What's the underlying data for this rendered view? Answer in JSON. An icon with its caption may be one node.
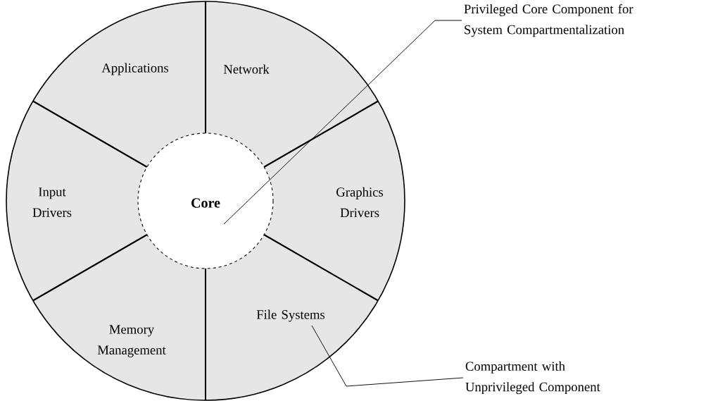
{
  "diagram": {
    "nodes": [
      {
        "text": [
          "Applications"
        ]
      },
      {
        "text": [
          "Network"
        ]
      },
      {
        "text": [
          "Input Drivers"
        ]
      },
      {
        "text": [
          "Core"
        ]
      },
      {
        "text": [
          "Graphics Drivers"
        ]
      },
      {
        "text": [
          "Memory Management"
        ]
      },
      {
        "text": [
          "File Systems"
        ]
      },
      {
        "text": [
          "Privileged Core Component for System Compartmentalization"
        ]
      },
      {
        "text": [
          "Compartment with Unprivileged Component"
        ]
      }
    ],
    "edges": [
      {
        "from": 7,
        "to": 3,
        "arrow": "none"
      },
      {
        "from": 8,
        "to": 6,
        "arrow": "none"
      }
    ]
  }
}
